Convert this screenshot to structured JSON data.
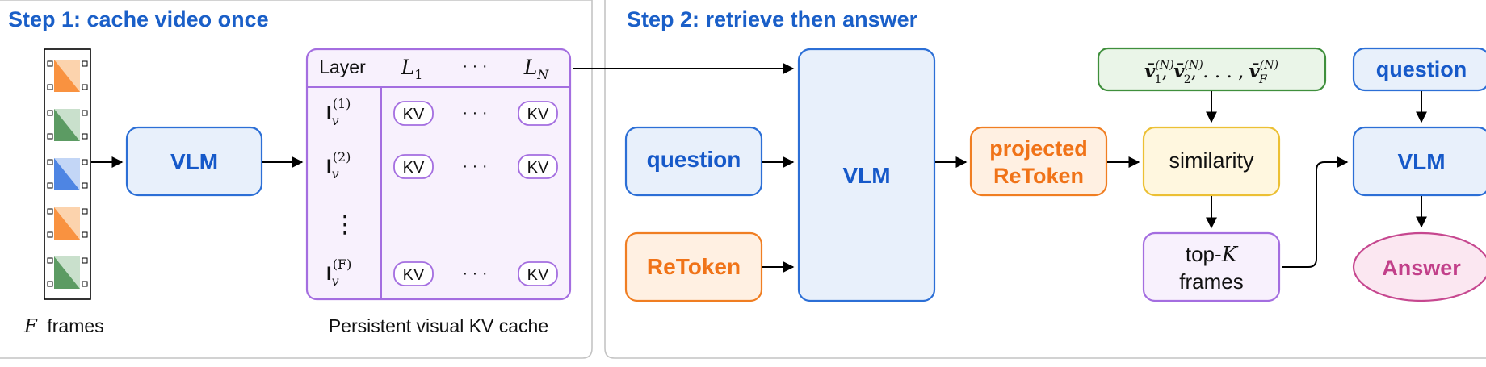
{
  "colors": {
    "panel_border": "#c4c4c4",
    "step_title": "#1a5fc8",
    "blue_fill": "#e8f0fb",
    "blue_stroke": "#2c6fd6",
    "blue_text": "#1659c9",
    "orange_fill": "#fff0e2",
    "orange_stroke": "#f07e22",
    "orange_text": "#f07318",
    "purple_fill": "#f8f1fd",
    "purple_stroke": "#a46ee0",
    "yellow_fill": "#fff7df",
    "yellow_stroke": "#ecc034",
    "green_fill": "#eaf5e8",
    "green_stroke": "#3f8f3c",
    "pink_fill": "#fbe7f1",
    "pink_stroke": "#c6478f",
    "pink_text": "#c2408a",
    "arrow": "#000000"
  },
  "step1": {
    "title": "Step 1: cache video once",
    "frames_caption": "frames",
    "frames_var": "F",
    "vlm_label": "VLM",
    "cache_caption": "Persistent visual KV cache",
    "table": {
      "header_layer": "Layer",
      "col_first_base": "L",
      "col_first_sub": "1",
      "col_last_base": "L",
      "col_last_sub": "N",
      "dots": "· · ·",
      "kv_label": "KV",
      "vdots": "⋮",
      "row_base": "I",
      "row_sub": "v",
      "rows": [
        {
          "sup": "(1)"
        },
        {
          "sup": "(2)"
        },
        {
          "sup": "(F)"
        }
      ]
    }
  },
  "step2": {
    "title": "Step 2: retrieve then answer",
    "question_label": "question",
    "retoken_label": "ReToken",
    "vlm_label": "VLM",
    "projected_line1": "projected",
    "projected_line2": "ReToken",
    "similarity_label": "similarity",
    "topk_line1": "top-",
    "topk_var": "K",
    "topk_line2": "frames",
    "vectors": {
      "base": "v̄",
      "sup": "(N)",
      "subs": [
        "1",
        "2",
        "F"
      ],
      "sep": ", ",
      "ellipsis": ". . . ,"
    },
    "question2_label": "question",
    "vlm2_label": "VLM",
    "answer_label": "Answer"
  }
}
